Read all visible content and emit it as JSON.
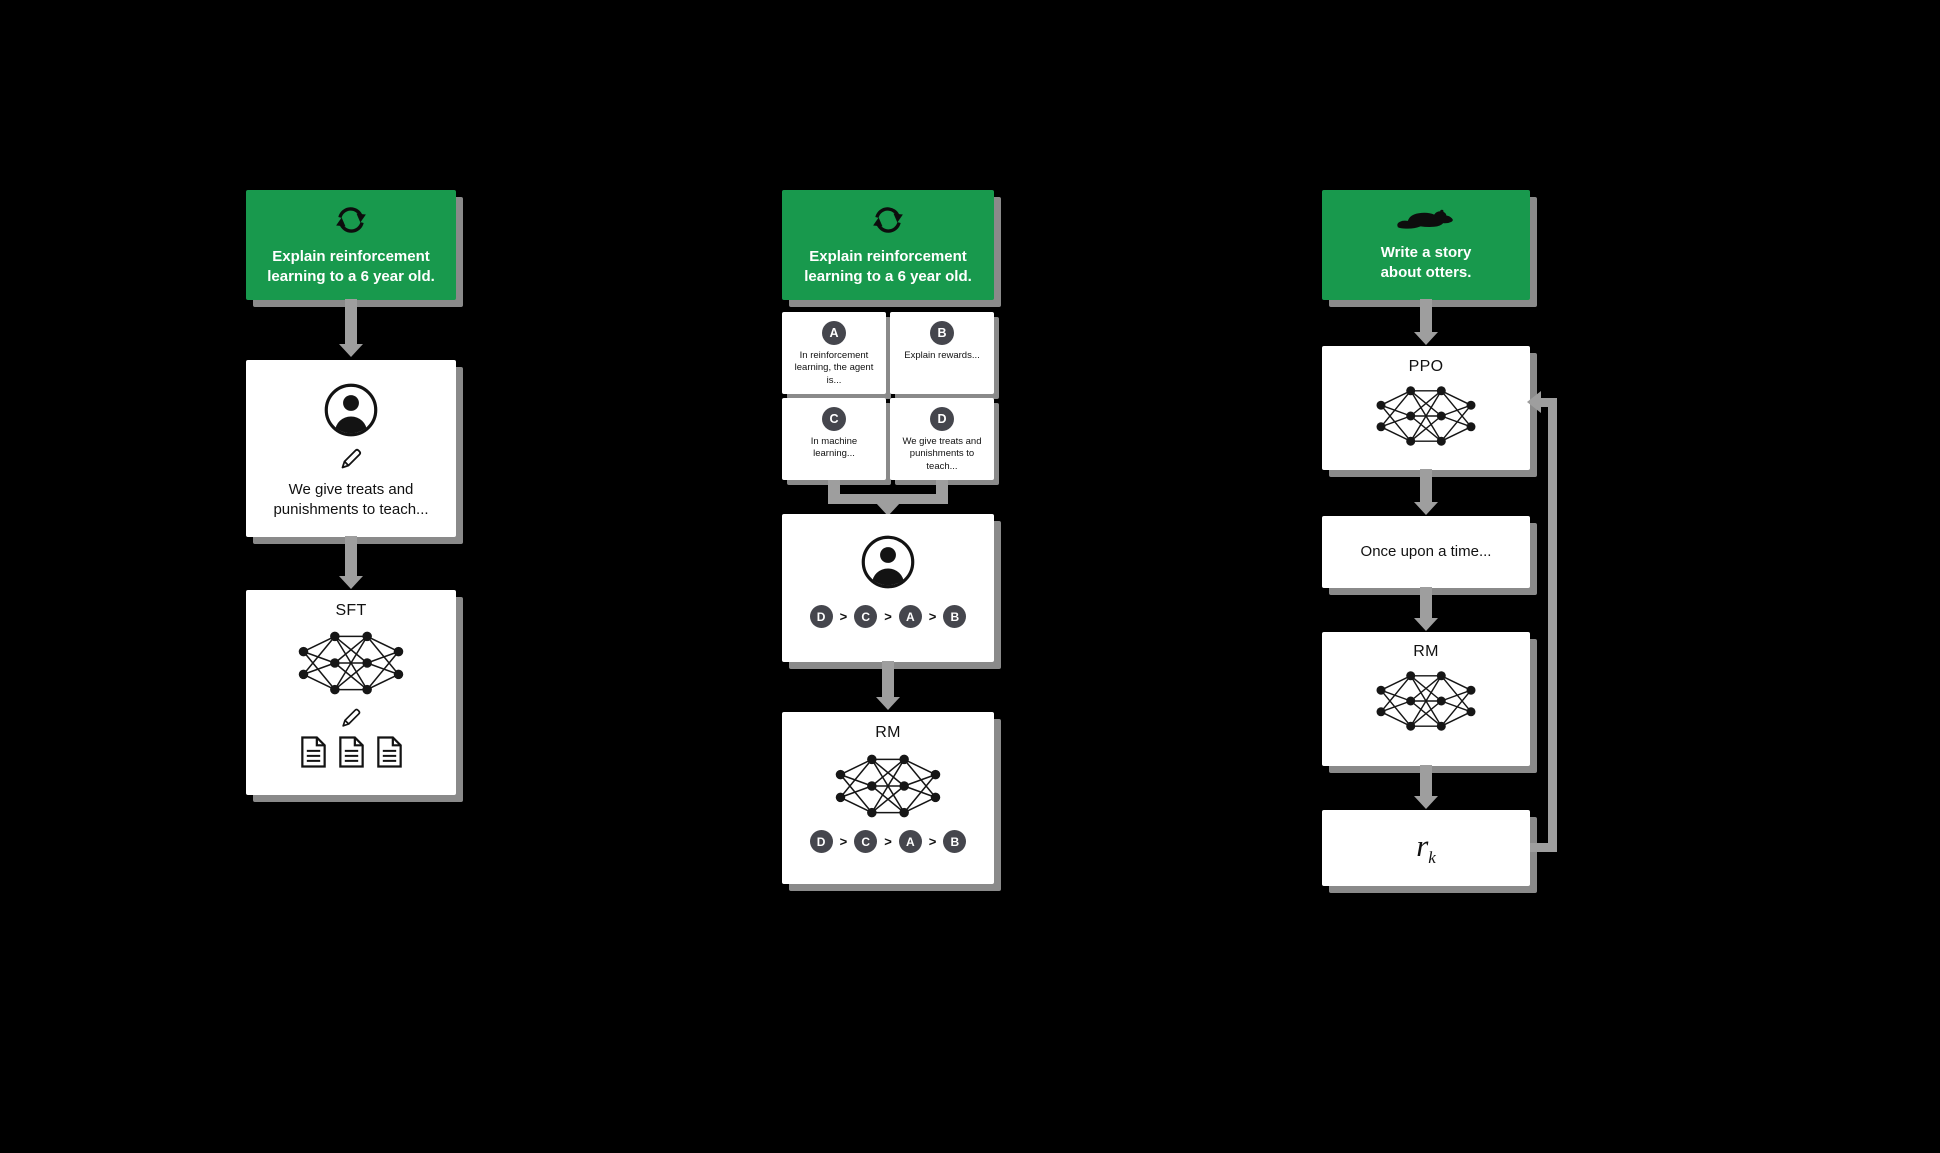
{
  "colors": {
    "background": "#000000",
    "accent_green": "#18994d",
    "card_white": "#ffffff",
    "shadow_gray": "#8a8a8a",
    "arrow_gray": "#9e9e9e",
    "badge_dark": "#45464d",
    "ink": "#111111",
    "text_on_green": "#ffffff"
  },
  "symbols": {
    "gt": ">"
  },
  "pipeline1": {
    "prompt": "Explain reinforcement learning to a 6 year old.",
    "demonstration": "We give treats and punishments to teach...",
    "model_label": "SFT"
  },
  "pipeline2": {
    "prompt": "Explain reinforcement learning to a 6 year old.",
    "answers": [
      {
        "label": "A",
        "text": "In reinforcement learning, the agent is..."
      },
      {
        "label": "B",
        "text": "Explain rewards..."
      },
      {
        "label": "C",
        "text": "In machine learning..."
      },
      {
        "label": "D",
        "text": "We give treats and punishments to teach..."
      }
    ],
    "ranking": [
      "D",
      "C",
      "A",
      "B"
    ],
    "model_label": "RM"
  },
  "pipeline3": {
    "prompt": "Write a story about otters.",
    "policy_label": "PPO",
    "output": "Once upon a time...",
    "reward_model_label": "RM",
    "reward_symbol": "r",
    "reward_subscript": "k"
  }
}
